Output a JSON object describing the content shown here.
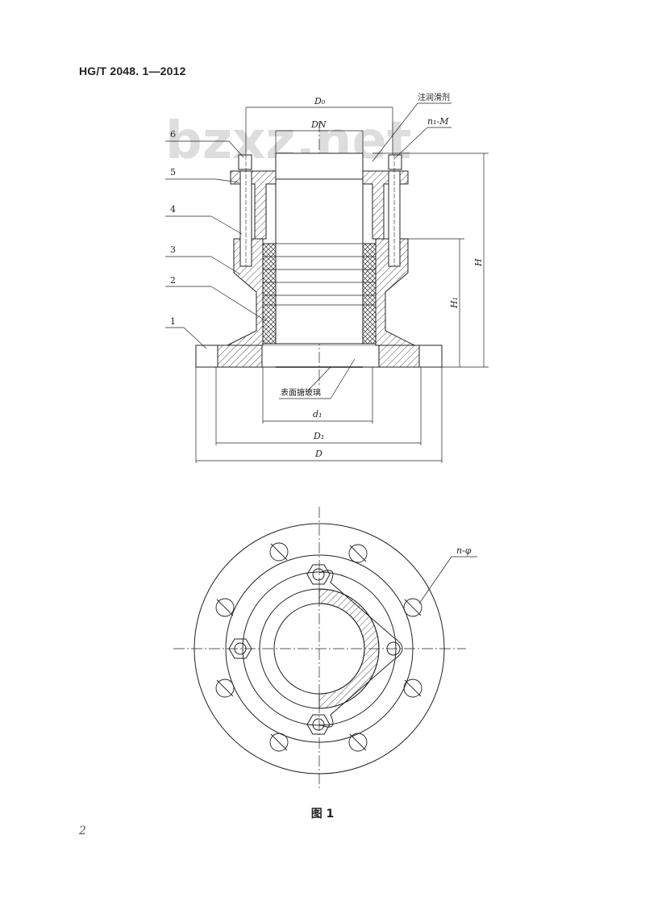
{
  "header": {
    "standard_code": "HG/T 2048. 1—2012"
  },
  "watermark": {
    "text": "bzxz.net"
  },
  "figure": {
    "caption": "图 1",
    "part_numbers": [
      "1",
      "2",
      "3",
      "4",
      "5",
      "6"
    ],
    "annotations": {
      "lubricant": "注润滑剂",
      "n1_m": "n₁-M",
      "glass_lining": "表面搪玻璃",
      "n_phi": "n-φ"
    },
    "dimensions": {
      "D0": "D₀",
      "DN": "DN",
      "H": "H",
      "H1": "H₁",
      "d1": "d₁",
      "D1": "D₁",
      "D": "D"
    }
  },
  "page": {
    "number": "2"
  }
}
